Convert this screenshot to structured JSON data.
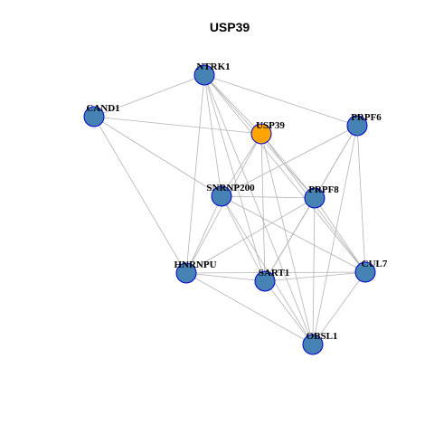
{
  "title": "USP39",
  "colors": {
    "focal_node": "#ffa500",
    "node": "#4682b4",
    "node_border": "#0000cd",
    "edge": "#b3b3b3"
  },
  "nodes": [
    {
      "id": "NTRK1",
      "label": "NTRK1",
      "focal": false
    },
    {
      "id": "CAND1",
      "label": "CAND1",
      "focal": false
    },
    {
      "id": "USP39",
      "label": "USP39",
      "focal": true
    },
    {
      "id": "PRPF6",
      "label": "PRPF6",
      "focal": false
    },
    {
      "id": "SNRNP200",
      "label": "SNRNP200",
      "focal": false
    },
    {
      "id": "PRPF8",
      "label": "PRPF8",
      "focal": false
    },
    {
      "id": "HNRNPU",
      "label": "HNRNPU",
      "focal": false
    },
    {
      "id": "SART1",
      "label": "SART1",
      "focal": false
    },
    {
      "id": "CUL7",
      "label": "CUL7",
      "focal": false
    },
    {
      "id": "OBSL1",
      "label": "OBSL1",
      "focal": false
    }
  ],
  "edges": [
    [
      "NTRK1",
      "CAND1"
    ],
    [
      "NTRK1",
      "USP39"
    ],
    [
      "NTRK1",
      "PRPF6"
    ],
    [
      "NTRK1",
      "SNRNP200"
    ],
    [
      "NTRK1",
      "PRPF8"
    ],
    [
      "NTRK1",
      "HNRNPU"
    ],
    [
      "NTRK1",
      "SART1"
    ],
    [
      "NTRK1",
      "CUL7"
    ],
    [
      "NTRK1",
      "OBSL1"
    ],
    [
      "CAND1",
      "USP39"
    ],
    [
      "CAND1",
      "SNRNP200"
    ],
    [
      "CAND1",
      "HNRNPU"
    ],
    [
      "USP39",
      "SNRNP200"
    ],
    [
      "USP39",
      "PRPF8"
    ],
    [
      "USP39",
      "HNRNPU"
    ],
    [
      "USP39",
      "SART1"
    ],
    [
      "USP39",
      "CUL7"
    ],
    [
      "USP39",
      "OBSL1"
    ],
    [
      "PRPF6",
      "SNRNP200"
    ],
    [
      "PRPF6",
      "PRPF8"
    ],
    [
      "PRPF6",
      "SART1"
    ],
    [
      "PRPF6",
      "CUL7"
    ],
    [
      "PRPF6",
      "OBSL1"
    ],
    [
      "SNRNP200",
      "PRPF8"
    ],
    [
      "SNRNP200",
      "HNRNPU"
    ],
    [
      "SNRNP200",
      "SART1"
    ],
    [
      "SNRNP200",
      "CUL7"
    ],
    [
      "SNRNP200",
      "OBSL1"
    ],
    [
      "PRPF8",
      "HNRNPU"
    ],
    [
      "PRPF8",
      "SART1"
    ],
    [
      "PRPF8",
      "CUL7"
    ],
    [
      "PRPF8",
      "OBSL1"
    ],
    [
      "HNRNPU",
      "SART1"
    ],
    [
      "HNRNPU",
      "CUL7"
    ],
    [
      "HNRNPU",
      "OBSL1"
    ],
    [
      "SART1",
      "CUL7"
    ],
    [
      "SART1",
      "OBSL1"
    ],
    [
      "CUL7",
      "OBSL1"
    ]
  ]
}
